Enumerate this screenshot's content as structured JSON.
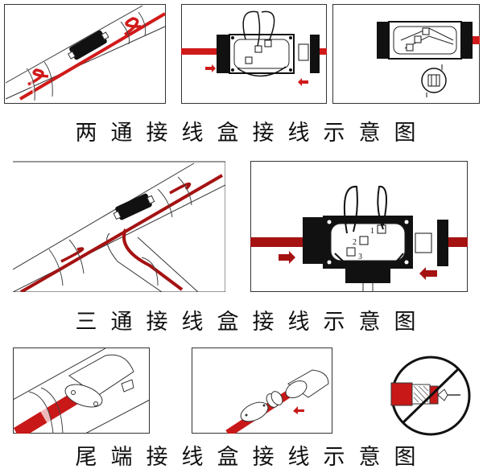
{
  "colors": {
    "cable_red": "#d01a1a",
    "line_black": "#222222",
    "box_black": "#111111",
    "background": "#ffffff"
  },
  "sections": [
    {
      "id": "two-way",
      "caption": "两通接线盒接线示意图",
      "caption_chars": [
        "两",
        "通",
        "接",
        "线",
        "盒",
        "接",
        "线",
        "示",
        "意",
        "图"
      ],
      "panels": [
        {
          "id": "two-way-pipe-view",
          "description": "Straight pipe with heating cable spiral-wrapped and taped, black junction box in middle"
        },
        {
          "id": "two-way-box-open",
          "description": "Open two-way junction box, cable loops, inflow arrows"
        },
        {
          "id": "two-way-box-closed-detail",
          "description": "Closed box with terminal close-up inset"
        }
      ]
    },
    {
      "id": "three-way",
      "caption": "三通接线盒接线示意图",
      "caption_chars": [
        "三",
        "通",
        "接",
        "线",
        "盒",
        "接",
        "线",
        "示",
        "意",
        "图"
      ],
      "panels": [
        {
          "id": "three-way-pipe-view",
          "description": "T-junction pipe with heating cable and black junction box"
        },
        {
          "id": "three-way-box-open",
          "description": "Open three-way junction box with terminals"
        }
      ],
      "terminal_labels": [
        "1",
        "2",
        "3"
      ]
    },
    {
      "id": "end-cap",
      "caption": "尾端接线盒接线示意图",
      "caption_chars": [
        "尾",
        "端",
        "接",
        "线",
        "盒",
        "接",
        "线",
        "示",
        "意",
        "图"
      ],
      "panels": [
        {
          "id": "end-cap-installed",
          "description": "End cap installed on cable against pipe"
        },
        {
          "id": "end-cap-assembly",
          "description": "Exploded end cap assembly on cable with arrow"
        },
        {
          "id": "end-cap-prohibited",
          "description": "Prohibition sign: do not strip cable braid"
        }
      ]
    }
  ]
}
